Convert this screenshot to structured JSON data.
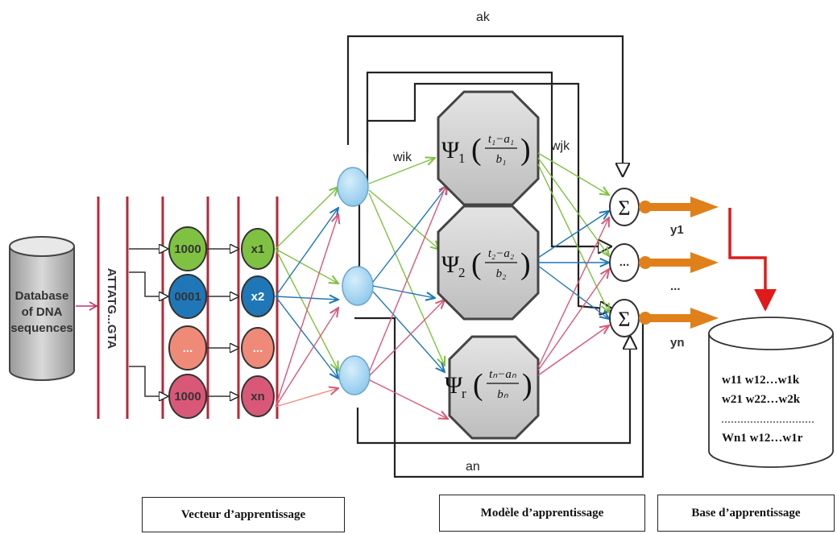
{
  "database": {
    "line1": "Database",
    "line2": "of DNA",
    "line3": "sequences"
  },
  "sequence": "ATTATG...GTA",
  "codes": [
    "1000",
    "0001",
    "...",
    "1000"
  ],
  "inputs": [
    "x1",
    "x2",
    "...",
    "xn"
  ],
  "labels": {
    "ak": "ak",
    "an": "an",
    "wik": "wik",
    "wjk": "wjk"
  },
  "wavelets": {
    "psi1": {
      "psi": "Ψ",
      "sub": "1",
      "num": "t₁−a₁",
      "den": "b₁"
    },
    "psi2": {
      "psi": "Ψ",
      "sub": "2",
      "num": "t₂−a₂",
      "den": "b₂"
    },
    "psir": {
      "psi": "Ψ",
      "sub": "r",
      "num": "tₙ−aₙ",
      "den": "bₙ"
    }
  },
  "sums": {
    "top": "Σ",
    "mid": "...",
    "bot": "Σ"
  },
  "outputs": {
    "y1": "y1",
    "mid": "...",
    "yn": "yn"
  },
  "weights": {
    "row1": "w11 w12…w1k",
    "row2": "w21 w22…w2k",
    "row3": "Wn1 w12…w1r"
  },
  "captions": {
    "vecteur": "Vecteur d’apprentissage",
    "modele": "Modèle d’apprentissage",
    "base": "Base d’apprentissage"
  },
  "colors": {
    "green": "#7fc241",
    "blue": "#1f77b8",
    "salmon": "#f08a78",
    "pink": "#d95878",
    "redline": "#b52a3a",
    "hidden": "#9fd0ef",
    "octo": "#cfcfcf",
    "orange": "#e0801a"
  }
}
